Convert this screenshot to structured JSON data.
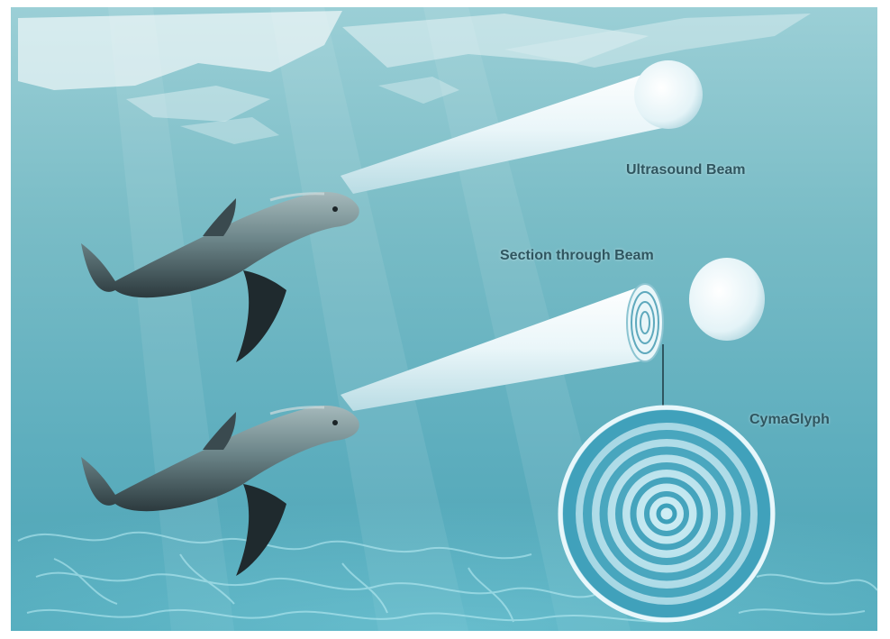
{
  "labels": {
    "ultrasound_beam": "Ultrasound Beam",
    "section_through_beam": "Section through Beam",
    "cymaglyph": "CymaGlyph"
  },
  "colors": {
    "water_top": "#8fc7d0",
    "water_mid": "#6cb3c0",
    "water_bottom": "#4fa6b6",
    "beam": "#eef8fb",
    "dolphin_body": "#6a8488",
    "dolphin_dark": "#1f2a2e",
    "glyph_ring": "#2f98b4",
    "label_text": "#2f5660"
  },
  "subjects": {
    "dolphin_count": 2,
    "beam_count": 2,
    "glyph_ring_count": 7
  }
}
